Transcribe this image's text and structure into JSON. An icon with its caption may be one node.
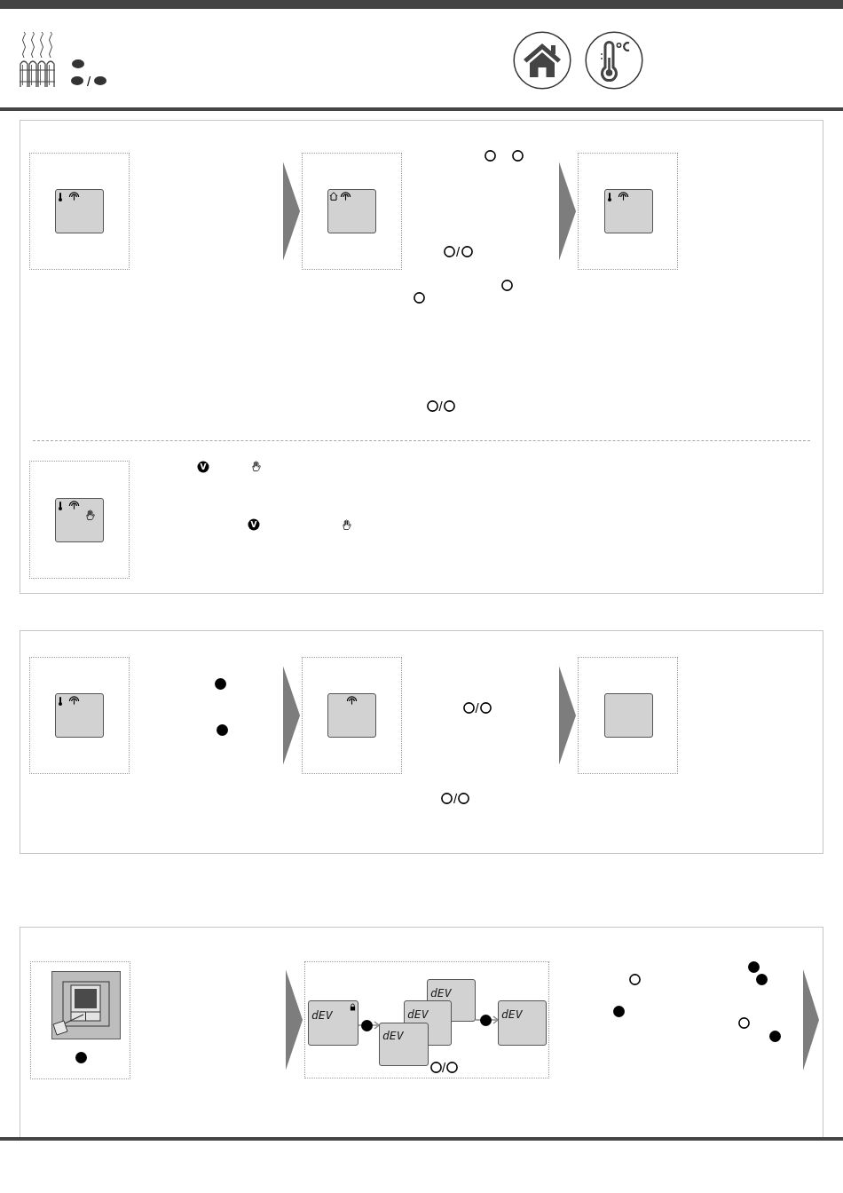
{
  "diagram": {
    "nodes": [
      {
        "text": [
          "/",
          "/",
          "V",
          "V"
        ]
      },
      {
        "text": [],
        "shape": "box",
        "in": 0
      },
      {
        "text": [],
        "shape": "box",
        "in": 1
      },
      {
        "text": [],
        "shape": "box",
        "in": 0
      },
      {
        "text": [],
        "shape": "box",
        "in": 3
      },
      {
        "text": [],
        "shape": "box",
        "in": 0
      },
      {
        "text": [],
        "shape": "box",
        "in": 5
      },
      {
        "text": [],
        "shape": "box",
        "in": 0
      },
      {
        "text": [],
        "shape": "box",
        "in": 7
      },
      {
        "text": [
          "/",
          "/"
        ]
      },
      {
        "text": [],
        "shape": "box",
        "in": 9
      },
      {
        "text": [],
        "shape": "box",
        "in": 10
      },
      {
        "text": [],
        "shape": "box",
        "in": 9
      },
      {
        "text": [],
        "shape": "box",
        "in": 12
      },
      {
        "text": [],
        "shape": "box",
        "in": 9
      },
      {
        "text": [],
        "shape": "box",
        "in": 14
      },
      {
        "text": [],
        "shape": "box"
      },
      {
        "text": [],
        "shape": "box",
        "in": 16
      },
      {
        "text": [
          "/"
        ],
        "in": 16
      },
      {
        "text": [
          "dEV"
        ],
        "in": 18
      },
      {
        "text": [
          "dEV"
        ],
        "in": 18
      },
      {
        "text": [
          "dEV"
        ],
        "in": 18
      },
      {
        "text": [
          "dEV"
        ],
        "in": 18
      },
      {
        "text": [
          "dEV"
        ],
        "in": 18
      }
    ],
    "edges": [
      {
        "from": null,
        "to": 3,
        "arrow": "to"
      },
      {
        "from": null,
        "to": 5,
        "arrow": "to"
      },
      {
        "from": null,
        "to": 12,
        "arrow": "to"
      },
      {
        "from": null,
        "to": 14,
        "arrow": "to"
      },
      {
        "from": null,
        "to": 18,
        "arrow": "to"
      },
      {
        "from": 19,
        "to": 22,
        "arrow": "to"
      },
      {
        "from": 20,
        "to": 23,
        "arrow": "to"
      }
    ],
    "labels": [
      "/"
    ]
  }
}
